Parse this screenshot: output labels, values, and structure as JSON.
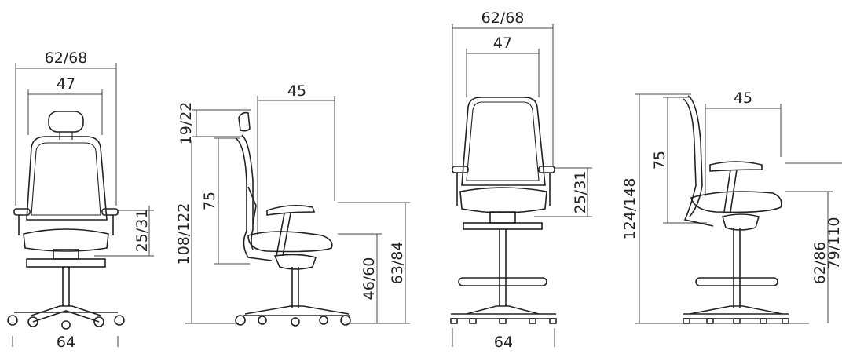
{
  "views": [
    {
      "name": "front-high-back-chair",
      "labels": {
        "overall_width": "62/68",
        "seat_width": "47",
        "armrest_height": "25/31",
        "base_width": "64"
      }
    },
    {
      "name": "side-high-back-chair",
      "labels": {
        "headrest_height": "19/22",
        "overall_height": "108/122",
        "backrest_height": "75",
        "seat_depth": "45",
        "seat_height": "46/60",
        "armrest_height": "63/84"
      }
    },
    {
      "name": "front-stool",
      "labels": {
        "overall_width": "62/68",
        "seat_width": "47",
        "armrest_height": "25/31",
        "base_width": "64"
      }
    },
    {
      "name": "side-stool",
      "labels": {
        "overall_height": "124/148",
        "backrest_height": "75",
        "seat_depth": "45",
        "seat_height": "62/86",
        "armrest_height": "79/110"
      }
    }
  ],
  "colors": {
    "line": "#222222",
    "background": "#ffffff"
  }
}
